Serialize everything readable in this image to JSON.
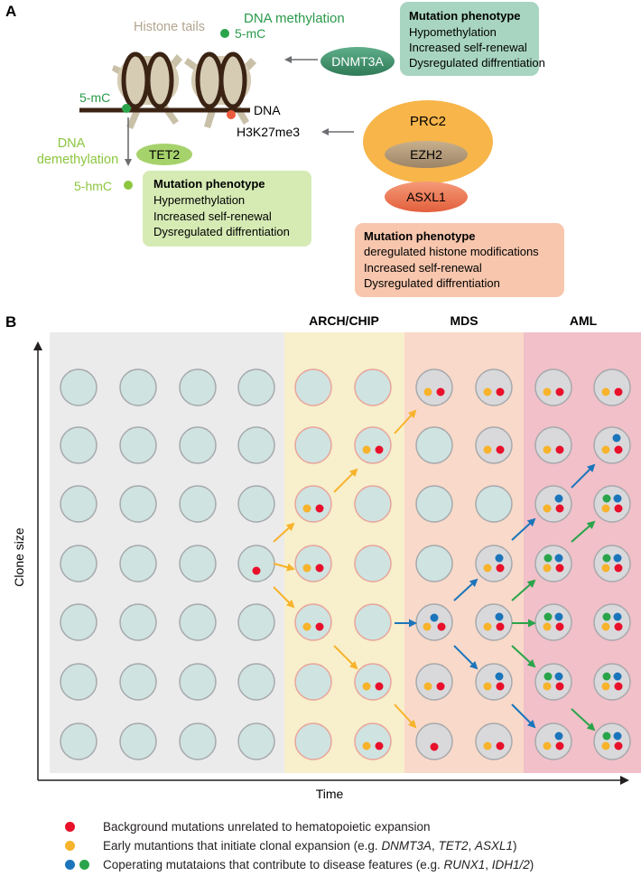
{
  "panel_a": {
    "letter": "A",
    "histone_tails": "Histone tails",
    "dna_methylation": "DNA methylation",
    "mc_label_right": "5-mC",
    "mc_label_left": "5-mC",
    "dna_label": "DNA",
    "dnmt3a": "DNMT3A",
    "dna_demethylation_1": "DNA",
    "dna_demethylation_2": "demethylation",
    "tet2": "TET2",
    "hmc": "5-hmC",
    "h3k27me3": "H3K27me3",
    "prc2": "PRC2",
    "ezh2": "EZH2",
    "asxl1": "ASXL1",
    "box_dnmt3a": {
      "title": "Mutation phenotype",
      "lines": [
        "Hypomethylation",
        "Increased self-renewal",
        "Dysregulated diffrentiation"
      ]
    },
    "box_tet2": {
      "title": "Mutation phenotype",
      "lines": [
        "Hypermethylation",
        "Increased self-renewal",
        "Dysregulated diffrentiation"
      ]
    },
    "box_asxl1": {
      "title": "Mutation phenotype",
      "lines": [
        "deregulated histone modifications",
        "Increased self-renewal",
        "Dysregulated diffrentiation"
      ]
    },
    "colors": {
      "green_text": "#2a9a4a",
      "light_green_text": "#8cc63f",
      "dnmt_box": "#a8d5c2",
      "tet_box": "#d6ebb4",
      "asxl_box": "#f7c6ad",
      "prc2": "#f7b54a",
      "asxl1_pill": "#ee7d5b"
    }
  },
  "panel_b": {
    "letter": "B",
    "stages": [
      "ARCH/CHIP",
      "MDS",
      "AML"
    ],
    "y_axis_label": "Clone size",
    "x_axis_label": "Time",
    "colors": {
      "red": "#e8102a",
      "orange": "#f7b32b",
      "blue": "#1b75bb",
      "green": "#2aa44a",
      "bg_normal": "#ebebeb",
      "bg_arch": "#f8efcc",
      "bg_mds": "#f9d9c9",
      "bg_aml": "#f1c0c9",
      "cell_fill": "#cfe3e1"
    }
  },
  "legend": [
    {
      "dots": [
        "red"
      ],
      "text": "Background mutations unrelated to hematopoietic expansion",
      "italic": []
    },
    {
      "dots": [
        "orange"
      ],
      "text_parts": [
        "Early mutantions that initiate clonal expansion (e.g. ",
        "DNMT3A",
        ", ",
        "TET2",
        ", ",
        "ASXL1",
        ")"
      ]
    },
    {
      "dots": [
        "blue",
        "green"
      ],
      "text_parts": [
        "Coperating mutataions that contribute to disease features (e.g. ",
        "RUNX1",
        ", ",
        "IDH1/2",
        ")"
      ]
    }
  ]
}
